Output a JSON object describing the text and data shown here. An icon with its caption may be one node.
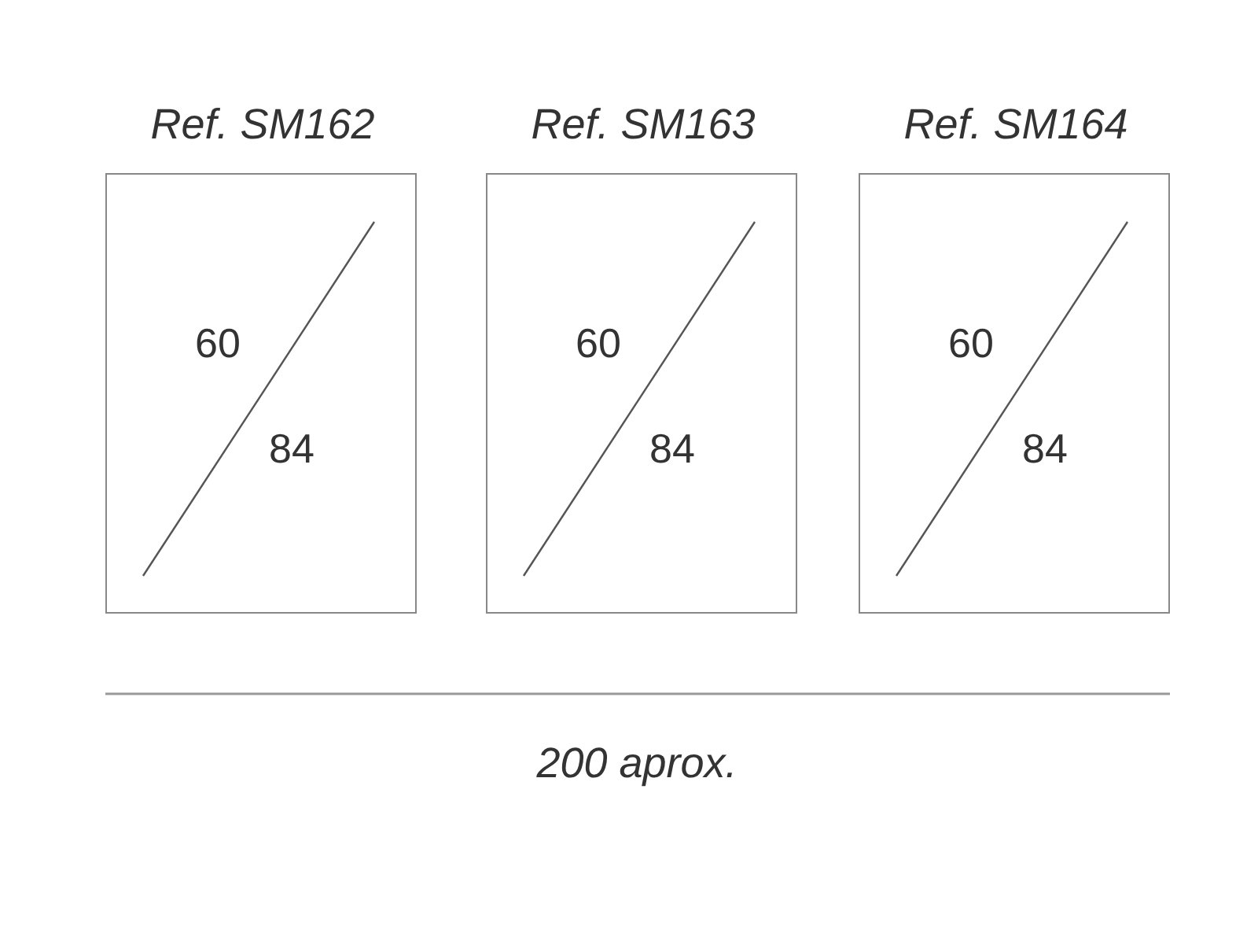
{
  "diagram": {
    "nodes": [
      {
        "text": [
          "Ref. SM162",
          "60",
          "84"
        ]
      },
      {
        "text": [
          "Ref. SM163",
          "60",
          "84"
        ]
      },
      {
        "text": [
          "Ref. SM164",
          "60",
          "84"
        ]
      }
    ],
    "labels": [
      "200 aprox."
    ]
  }
}
